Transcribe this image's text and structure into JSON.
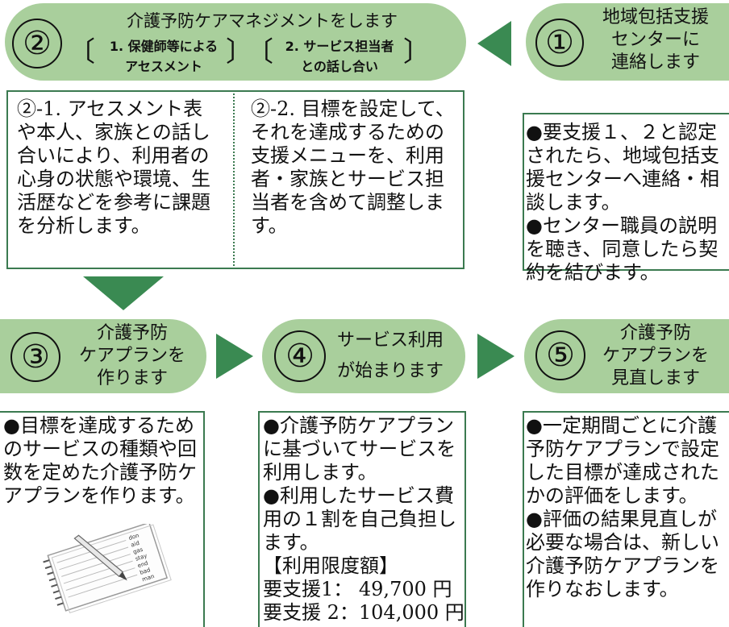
{
  "colors": {
    "pill": "#a9cf9c",
    "arrow": "#3a8a52",
    "box_border": "#3b7a50"
  },
  "step1": {
    "num": "①",
    "title": "地域包括支援\nセンターに\n連絡します",
    "desc": "●要支援１、２と認定\nされたら、地域包括支\n援センターへ連絡・相\n談します。\n●センター職員の説明\nを聴き、同意したら契\n約を結びます。"
  },
  "step2": {
    "num": "②",
    "title": "介護予防ケアマネジメントをします",
    "sub1": "1. 保健師等による\nアセスメント",
    "sub2": "2. サービス担当者\nとの話し合い",
    "desc1": "②-1. アセスメント表\nや本人、家族との話し\n合いにより、利用者の\n心身の状態や環境、生\n活歴などを参考に課題\nを分析します。",
    "desc2": "②-2. 目標を設定して、\nそれを達成するための\n支援メニューを、利用\n者・家族とサービス担\n当者を含めて調整しま\nす。"
  },
  "step3": {
    "num": "③",
    "title": "介護予防\nケアプランを\n作ります",
    "desc": "●目標を達成するため\nのサービスの種類や回\n数を定めた介護予防ケ\nアプランを作ります。",
    "notepad_lines": [
      "don",
      "aid",
      "gas",
      "stay",
      "end",
      "bad",
      "man"
    ]
  },
  "step4": {
    "num": "④",
    "title": "サービス利用\nが始まります",
    "desc": "●介護予防ケアプラン\nに基づいてサービスを\n利用します。\n●利用したサービス費\n用の１割を自己負担し\nます。\n【利用限度額】\n要支援1：  49,700 円\n要支援 2：104,000 円"
  },
  "step5": {
    "num": "⑤",
    "title": "介護予防\nケアプランを\n見直します",
    "desc": "●一定期間ごとに介護\n予防ケアプランで設定\nした目標が達成された\nかの評価をします。\n●評価の結果見直しが\n必要な場合は、新しい\n介護予防ケアプランを\n作りなおします。"
  }
}
